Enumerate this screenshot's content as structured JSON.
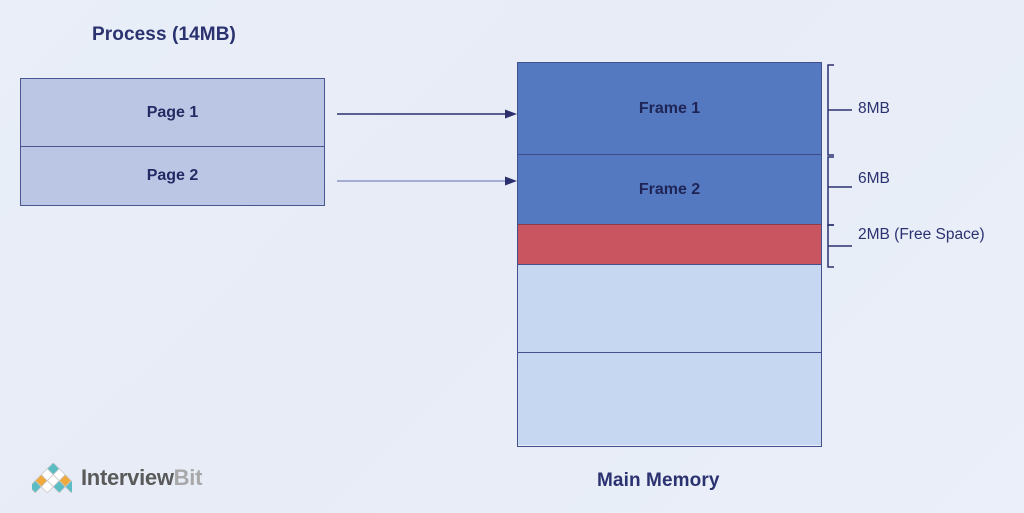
{
  "diagram": {
    "process": {
      "title": "Process (14MB)",
      "pages": [
        {
          "label": "Page 1"
        },
        {
          "label": "Page 2"
        }
      ]
    },
    "main_memory": {
      "title": "Main Memory",
      "blocks": [
        {
          "label": "Frame 1",
          "kind": "used",
          "color": "#5579c0"
        },
        {
          "label": "Frame 2",
          "kind": "used",
          "color": "#5579c0"
        },
        {
          "label": "",
          "kind": "free",
          "color": "#c8555f"
        },
        {
          "label": "",
          "kind": "empty",
          "color": "#c6d8f1"
        },
        {
          "label": "",
          "kind": "empty",
          "color": "#c6d8f1"
        }
      ],
      "annotations": [
        {
          "label": "8MB"
        },
        {
          "label": "6MB"
        },
        {
          "label": "2MB (Free Space)"
        }
      ]
    },
    "mappings": [
      {
        "from": "Page 1",
        "to": "Frame 1"
      },
      {
        "from": "Page 2",
        "to": "Frame 2"
      }
    ]
  },
  "logo": {
    "name_bold": "Interview",
    "name_light": "Bit",
    "diamond_colors": {
      "teal": "#5bbcc4",
      "orange": "#f0a93c",
      "white": "#ffffff"
    }
  },
  "colors": {
    "background": "#e9eef8",
    "title_navy": "#2b3270",
    "page_fill": "#bac6e4",
    "page_border": "#4a5690",
    "frame_used": "#5579c0",
    "frame_free": "#c8555f",
    "frame_empty": "#c6d8f1",
    "border": "#42508c",
    "arrow_dark": "#2b2f6e",
    "arrow_light": "#8e97c8"
  }
}
